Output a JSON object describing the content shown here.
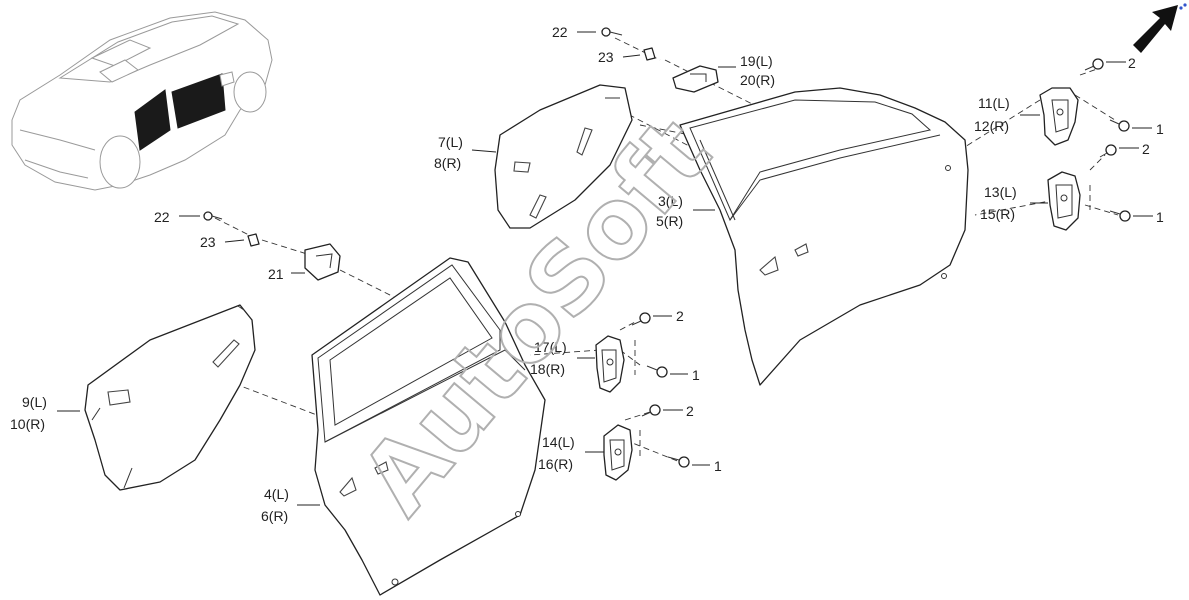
{
  "diagram": {
    "watermark": "AutoSoft",
    "callouts": [
      {
        "id": "c22a",
        "text": "22"
      },
      {
        "id": "c23a",
        "text": "23"
      },
      {
        "id": "c19",
        "text": "19(L)"
      },
      {
        "id": "c20",
        "text": "20(R)"
      },
      {
        "id": "c7",
        "text": "7(L)"
      },
      {
        "id": "c8",
        "text": "8(R)"
      },
      {
        "id": "c3",
        "text": "3(L)"
      },
      {
        "id": "c5",
        "text": "5(R)"
      },
      {
        "id": "c11",
        "text": "11(L)"
      },
      {
        "id": "c12",
        "text": "12(R)"
      },
      {
        "id": "c2a",
        "text": "2"
      },
      {
        "id": "c1a",
        "text": "1"
      },
      {
        "id": "c2b",
        "text": "2"
      },
      {
        "id": "c13",
        "text": "13(L)"
      },
      {
        "id": "c15",
        "text": "15(R)"
      },
      {
        "id": "c1b",
        "text": "1"
      },
      {
        "id": "c22b",
        "text": "22"
      },
      {
        "id": "c23b",
        "text": "23"
      },
      {
        "id": "c21",
        "text": "21"
      },
      {
        "id": "c17",
        "text": "17(L)"
      },
      {
        "id": "c18",
        "text": "18(R)"
      },
      {
        "id": "c2c",
        "text": "2"
      },
      {
        "id": "c1c",
        "text": "1"
      },
      {
        "id": "c2d",
        "text": "2"
      },
      {
        "id": "c14",
        "text": "14(L)"
      },
      {
        "id": "c16",
        "text": "16(R)"
      },
      {
        "id": "c1d",
        "text": "1"
      },
      {
        "id": "c9",
        "text": "9(L)"
      },
      {
        "id": "c10",
        "text": "10(R)"
      },
      {
        "id": "c4",
        "text": "4(L)"
      },
      {
        "id": "c6",
        "text": "6(R)"
      }
    ]
  }
}
